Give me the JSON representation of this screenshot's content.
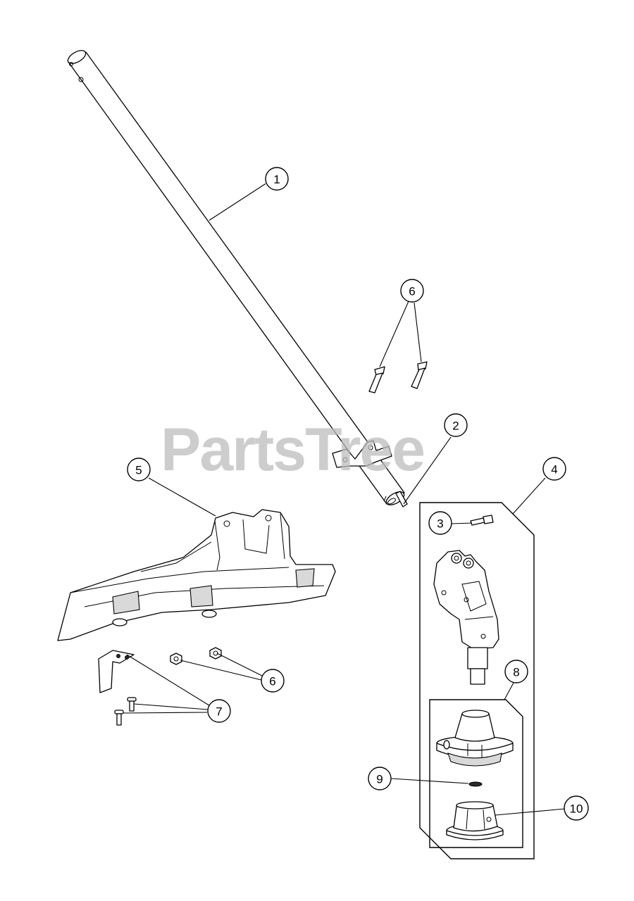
{
  "watermark": "PartsTree",
  "callouts": [
    {
      "id": "c1",
      "label": "1"
    },
    {
      "id": "c2",
      "label": "2"
    },
    {
      "id": "c3",
      "label": "3"
    },
    {
      "id": "c4",
      "label": "4"
    },
    {
      "id": "c5",
      "label": "5"
    },
    {
      "id": "c6a",
      "label": "6"
    },
    {
      "id": "c6b",
      "label": "6"
    },
    {
      "id": "c7",
      "label": "7"
    },
    {
      "id": "c8",
      "label": "8"
    },
    {
      "id": "c9",
      "label": "9"
    },
    {
      "id": "c10",
      "label": "10"
    }
  ]
}
